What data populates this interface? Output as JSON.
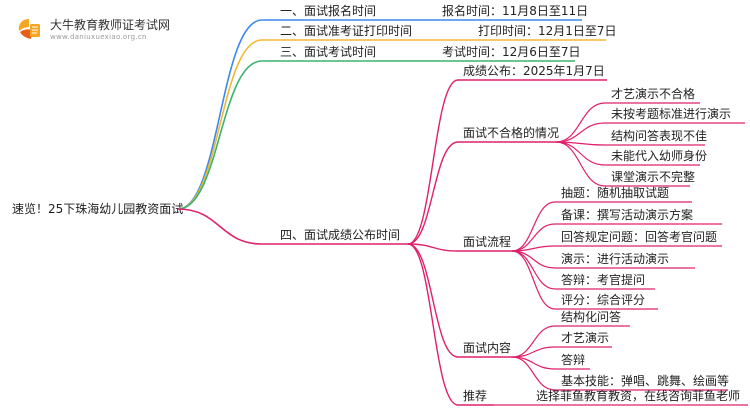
{
  "brand": {
    "name": "大牛教育教师证考试网",
    "url": "www.daniuxuexiao.org.cn",
    "logo_icon": "book-icon",
    "logo_colors": [
      "#f5a623",
      "#e85d1a"
    ]
  },
  "root": {
    "label": "速览！25下珠海幼儿园教资面试"
  },
  "branches": [
    {
      "label": "一、面试报名时间",
      "color": "#3d86f0",
      "children": [
        {
          "label": "报名时间：11月8日至11日"
        }
      ]
    },
    {
      "label": "二、面试准考证打印时间",
      "color": "#f2b830",
      "children": [
        {
          "label": "打印时间：12月1日至7日"
        }
      ]
    },
    {
      "label": "三、面试考试时间",
      "color": "#3cb371",
      "children": [
        {
          "label": "考试时间：12月6日至7日"
        }
      ]
    },
    {
      "label": "四、面试成绩公布时间",
      "color": "#e0206c",
      "children": [
        {
          "label": "成绩公布：2025年1月7日"
        },
        {
          "label": "面试不合格的情况",
          "children": [
            {
              "label": "才艺演示不合格"
            },
            {
              "label": "未按考题标准进行演示"
            },
            {
              "label": "结构问答表现不佳"
            },
            {
              "label": "未能代入幼师身份"
            },
            {
              "label": "课堂演示不完整"
            }
          ]
        },
        {
          "label": "面试流程",
          "children": [
            {
              "label": "抽题：随机抽取试题"
            },
            {
              "label": "备课：撰写活动演示方案"
            },
            {
              "label": "回答规定问题：回答考官问题"
            },
            {
              "label": "演示：进行活动演示"
            },
            {
              "label": "答辩：考官提问"
            },
            {
              "label": "评分：综合评分"
            }
          ]
        },
        {
          "label": "面试内容",
          "children": [
            {
              "label": "结构化问答"
            },
            {
              "label": "才艺演示"
            },
            {
              "label": "答辩"
            },
            {
              "label": "基本技能：弹唱、跳舞、绘画等"
            }
          ]
        },
        {
          "label": "推荐",
          "children": [
            {
              "label": "选择菲鱼教育教资，在线咨询菲鱼老师"
            }
          ]
        }
      ]
    }
  ]
}
